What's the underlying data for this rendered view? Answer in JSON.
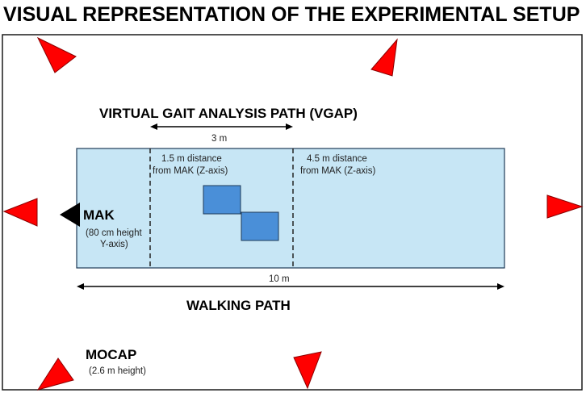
{
  "title": "VISUAL REPRESENTATION OF THE EXPERIMENTAL SETUP",
  "vgap": {
    "title": "VIRTUAL GAIT ANALYSIS PATH (VGAP)",
    "length_label": "3 m"
  },
  "distance_1": {
    "line1": "1.5 m distance",
    "line2": "from MAK (Z-axis)"
  },
  "distance_2": {
    "line1": "4.5 m distance",
    "line2": "from MAK (Z-axis)"
  },
  "mak": {
    "label": "MAK",
    "sub1": "(80 cm height",
    "sub2": "Y-axis)"
  },
  "walking_path": {
    "label": "WALKING PATH",
    "length_label": "10 m"
  },
  "mocap": {
    "label": "MOCAP",
    "sub": "(2.6 m height)"
  },
  "colors": {
    "floor_fill": "#c7e6f5",
    "footprint_fill": "#4a8fd8",
    "camera_red": "#ff0000",
    "mak_black": "#000000",
    "outline": "#1a1a1a"
  }
}
